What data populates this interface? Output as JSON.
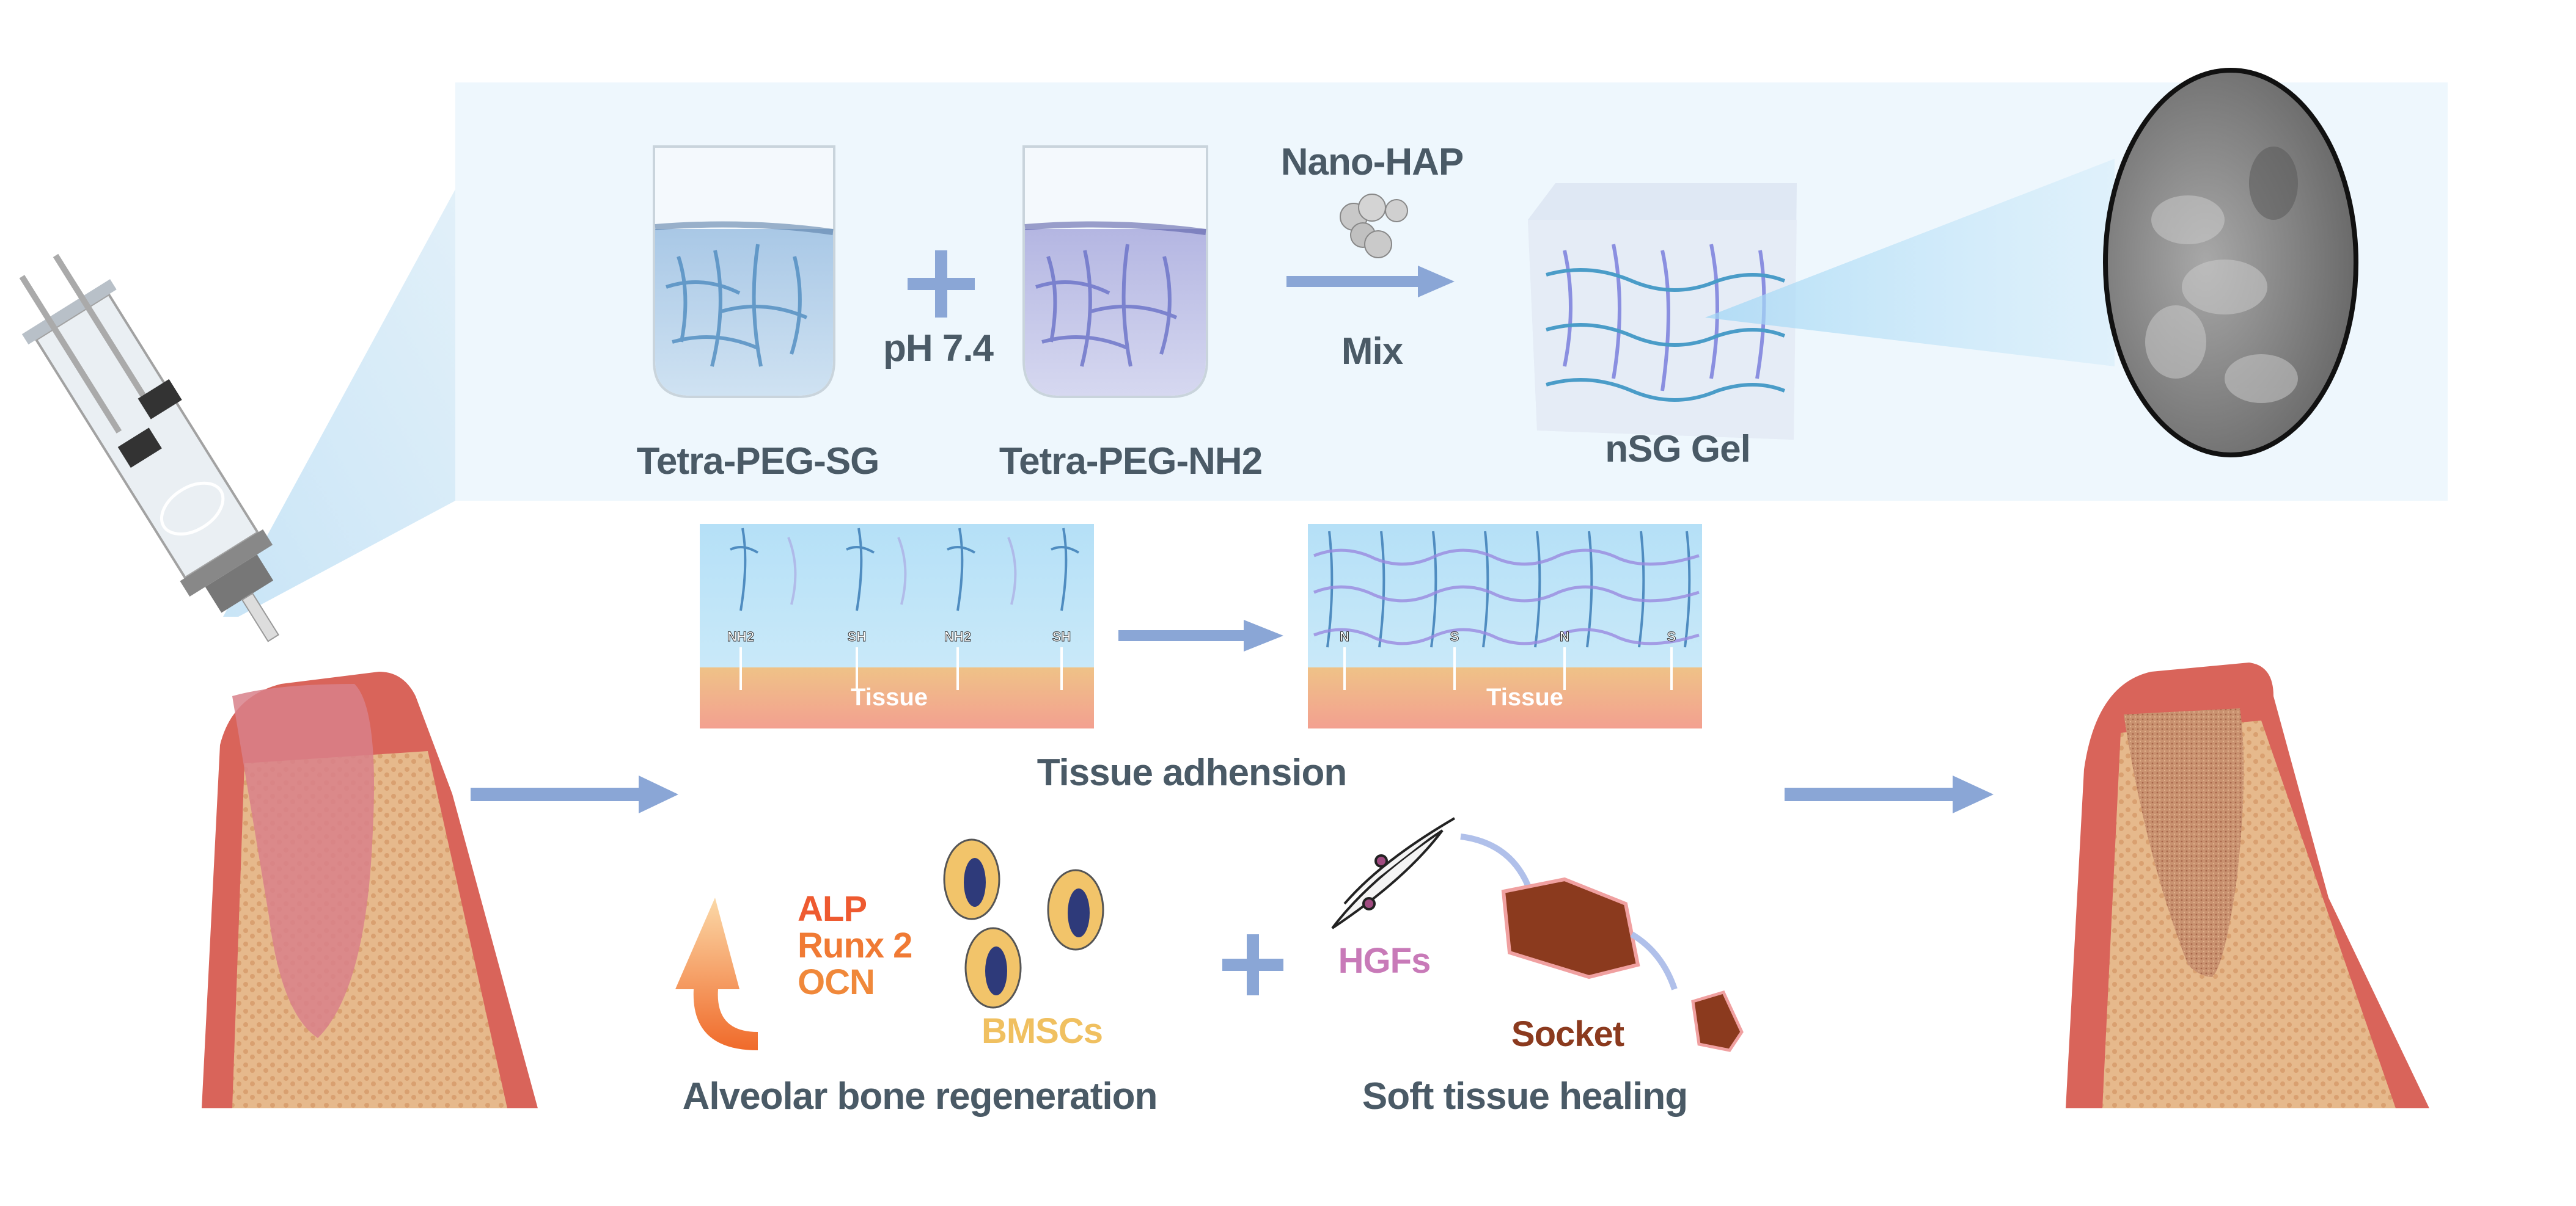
{
  "diagram": {
    "top_panel": {
      "beaker_left_label": "Tetra-PEG-SG",
      "beaker_right_label": "Tetra-PEG-NH2",
      "condition_label": "pH 7.4",
      "additive_label": "Nano-HAP",
      "process_label": "Mix",
      "product_label": "nSG Gel"
    },
    "adhesion": {
      "tissue_label_left": "Tissue",
      "tissue_label_right": "Tissue",
      "groups_before": [
        "NH2",
        "SH",
        "NH2",
        "SH"
      ],
      "groups_after": [
        "N",
        "S",
        "N",
        "S"
      ],
      "caption": "Tissue adhension"
    },
    "bone": {
      "markers": [
        "ALP",
        "Runx 2",
        "OCN"
      ],
      "cell_label": "BMSCs",
      "caption": "Alveolar bone regeneration"
    },
    "soft": {
      "cell_label": "HGFs",
      "socket_label": "Socket",
      "caption": "Soft tissue healing"
    },
    "colors": {
      "text_dark": "#4a5a66",
      "arrow_blue": "#8aa6d6",
      "panel_blue": "#eef7fd",
      "gum_red": "#d9645a",
      "bone_tan": "#e8b88a",
      "alp_orange": "#ee5a30",
      "bmsc_yellow": "#f0c060",
      "hgf_pink": "#c87ab8",
      "socket_brown": "#8b3a1e"
    }
  }
}
